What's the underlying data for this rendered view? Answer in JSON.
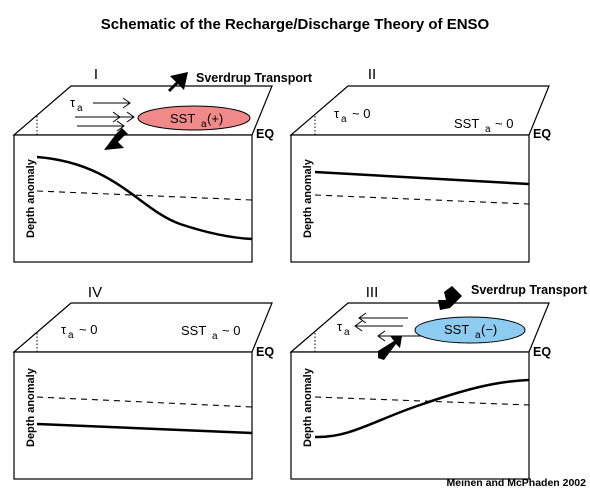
{
  "title": "Schematic of the Recharge/Discharge Theory of ENSO",
  "credit": "Meinen and McPhaden 2002",
  "common": {
    "eq": "EQ",
    "y_label": "Depth anomaly",
    "tau": "τ",
    "tau_sub": "a",
    "sst": "SST",
    "sst_sub": "a",
    "approx": "~ 0"
  },
  "panels": {
    "I": {
      "numeral": "I",
      "transport": "Sverdrup Transport",
      "sst_sign": "(+)",
      "ellipse_color": "#f08a8a"
    },
    "II": {
      "numeral": "II"
    },
    "III": {
      "numeral": "III",
      "transport": "Sverdrup Transport",
      "sst_sign": "(−)",
      "ellipse_color": "#8ecbf0"
    },
    "IV": {
      "numeral": "IV"
    }
  }
}
